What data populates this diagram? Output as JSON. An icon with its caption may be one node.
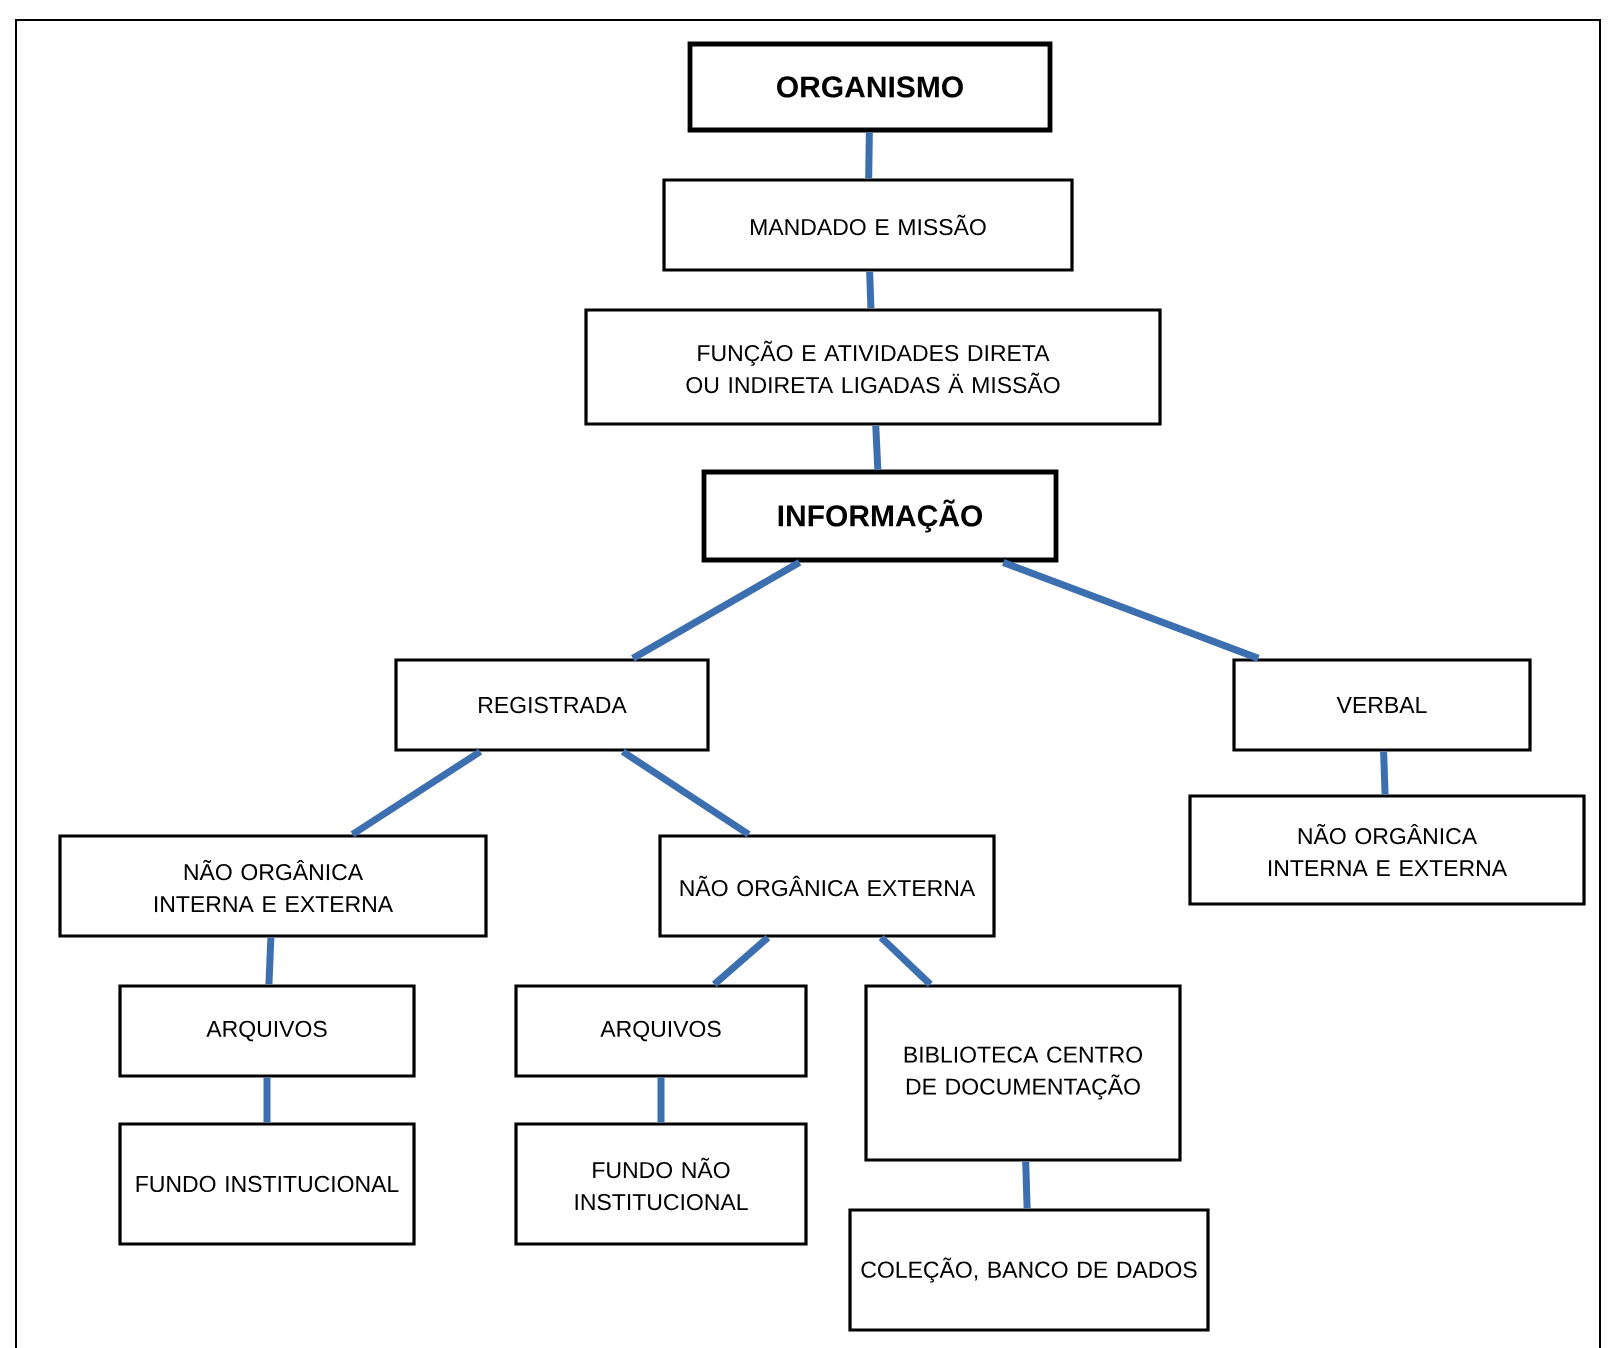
{
  "diagram": {
    "nodes": [
      {
        "text": [
          "ORGANISMO"
        ]
      },
      {
        "text": [
          "MANDADO E MISSÃO"
        ]
      },
      {
        "text": [
          "FUNÇÃO E ATIVIDADES DIRETA OU INDIRETA LIGADAS Ä MISSÃO"
        ]
      },
      {
        "text": [
          "INFORMAÇÃO"
        ]
      },
      {
        "text": [
          "REGISTRADA"
        ]
      },
      {
        "text": [
          "VERBAL"
        ]
      },
      {
        "text": [
          "NÃO ORGÂNICA INTERNA E EXTERNA"
        ]
      },
      {
        "text": [
          "NÃO ORGÂNICA EXTERNA"
        ]
      },
      {
        "text": [
          "NÃO ORGÂNICA INTERNA E EXTERNA"
        ]
      },
      {
        "text": [
          "ARQUIVOS"
        ]
      },
      {
        "text": [
          "ARQUIVOS"
        ]
      },
      {
        "text": [
          "BIBLIOTECA CENTRO DE DOCUMENTAÇÃO"
        ]
      },
      {
        "text": [
          "FUNDO INSTITUCIONAL"
        ]
      },
      {
        "text": [
          "FUNDO NÃO INSTITUCIONAL"
        ]
      },
      {
        "text": [
          "COLEÇÃO, BANCO DE DADOS"
        ]
      }
    ],
    "edges": [
      {
        "from": 0,
        "to": 1,
        "arrow": "none"
      },
      {
        "from": 1,
        "to": 2,
        "arrow": "none"
      },
      {
        "from": 2,
        "to": 3,
        "arrow": "none"
      },
      {
        "from": 3,
        "to": 4,
        "arrow": "none"
      },
      {
        "from": 3,
        "to": 5,
        "arrow": "none"
      },
      {
        "from": 4,
        "to": 6,
        "arrow": "none"
      },
      {
        "from": 4,
        "to": 7,
        "arrow": "none"
      },
      {
        "from": 5,
        "to": 8,
        "arrow": "none"
      },
      {
        "from": 6,
        "to": 9,
        "arrow": "none"
      },
      {
        "from": 7,
        "to": 10,
        "arrow": "none"
      },
      {
        "from": 7,
        "to": 11,
        "arrow": "none"
      },
      {
        "from": 9,
        "to": 12,
        "arrow": "none"
      },
      {
        "from": 10,
        "to": 13,
        "arrow": "none"
      },
      {
        "from": 11,
        "to": 14,
        "arrow": "none"
      }
    ]
  }
}
